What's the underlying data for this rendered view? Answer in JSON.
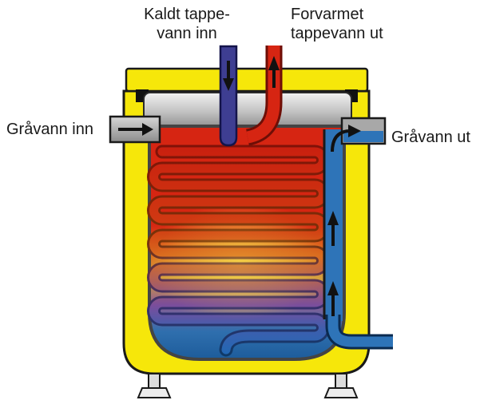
{
  "diagram": {
    "title_semantic": "greywater-heat-recovery-tank",
    "labels": {
      "cold_in_line1": "Kaldt tappe-",
      "cold_in_line2": "vann inn",
      "preheated_out_line1": "Forvarmet",
      "preheated_out_line2": "tappevann ut",
      "greywater_in": "Gråvann inn",
      "greywater_out": "Gråvann ut"
    },
    "colors": {
      "insulation_yellow": "#F6E70A",
      "hot_red": "#D62512",
      "cold_blue": "#2E74B8",
      "tap_pipe_blue": "#3E3E92",
      "metal_gray": "#A8A8A8",
      "outline_black": "#1A1A1A"
    }
  }
}
